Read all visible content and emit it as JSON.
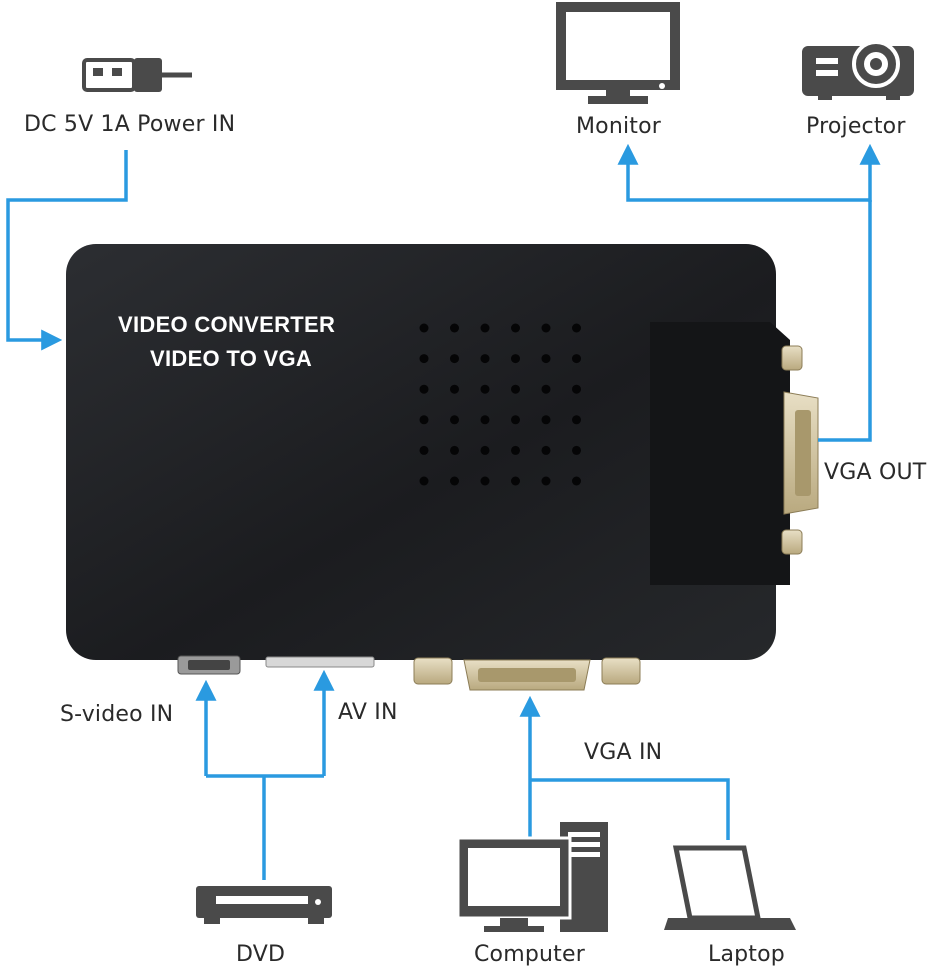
{
  "device": {
    "title_line1": "VIDEO CONVERTER",
    "title_line2": "VIDEO TO VGA"
  },
  "labels": {
    "power_in": "DC 5V 1A Power IN",
    "monitor": "Monitor",
    "projector": "Projector",
    "vga_out": "VGA OUT",
    "s_video_in": "S-video IN",
    "av_in": "AV IN",
    "vga_in": "VGA IN",
    "dvd": "DVD",
    "computer": "Computer",
    "laptop": "Laptop"
  },
  "colors": {
    "arrow": "#2a9ae0",
    "device_body": "#1f2124",
    "icon": "#4a4a4a",
    "connector_metal": "#cdbf9a"
  },
  "icons": [
    "usb-plug-icon",
    "monitor-icon",
    "projector-icon",
    "dvd-player-icon",
    "computer-icon",
    "laptop-icon"
  ]
}
